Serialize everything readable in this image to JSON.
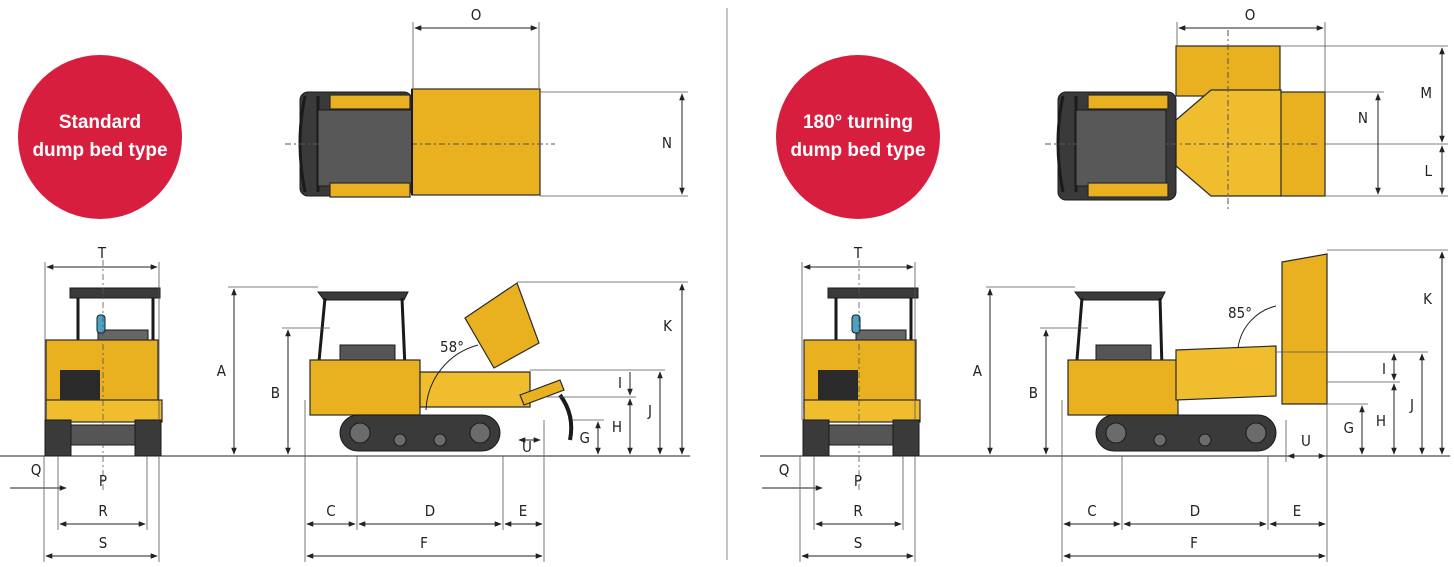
{
  "colors": {
    "badge": "#d81e3f",
    "body": "#e9b020",
    "dark": "#3a3a3a",
    "line": "#222222"
  },
  "left": {
    "badge_text": "Standard\ndump bed type",
    "angle": "58°",
    "labels": {
      "A": "A",
      "B": "B",
      "C": "C",
      "D": "D",
      "E": "E",
      "F": "F",
      "G": "G",
      "H": "H",
      "I": "I",
      "J": "J",
      "K": "K",
      "N": "N",
      "O": "O",
      "P": "P",
      "Q": "Q",
      "R": "R",
      "S": "S",
      "T": "T",
      "U": "U"
    }
  },
  "right": {
    "badge_text": "180° turning\ndump bed type",
    "angle": "85°",
    "labels": {
      "A": "A",
      "B": "B",
      "C": "C",
      "D": "D",
      "E": "E",
      "F": "F",
      "G": "G",
      "H": "H",
      "I": "I",
      "J": "J",
      "K": "K",
      "L": "L",
      "M": "M",
      "N": "N",
      "O": "O",
      "P": "P",
      "Q": "Q",
      "R": "R",
      "S": "S",
      "T": "T",
      "U": "U"
    }
  }
}
